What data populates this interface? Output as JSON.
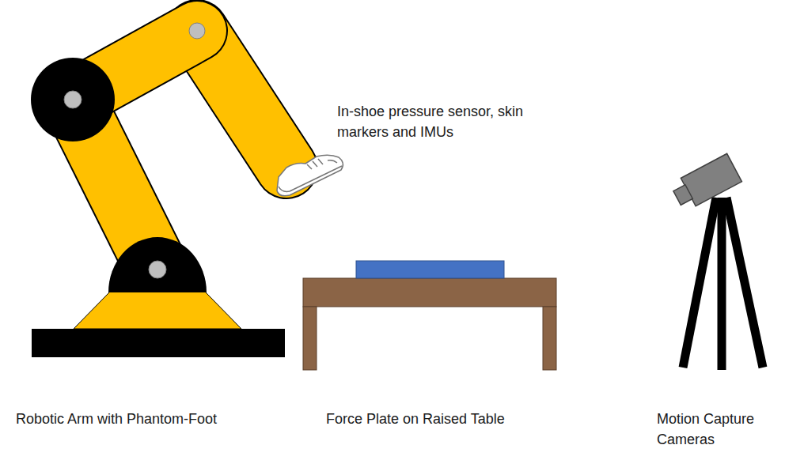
{
  "diagram": {
    "labels": [
      "In-shoe pressure sensor, skin markers and IMUs",
      "Robotic Arm with Phantom-Foot",
      "Force Plate on Raised Table",
      "Motion Capture Cameras"
    ]
  }
}
